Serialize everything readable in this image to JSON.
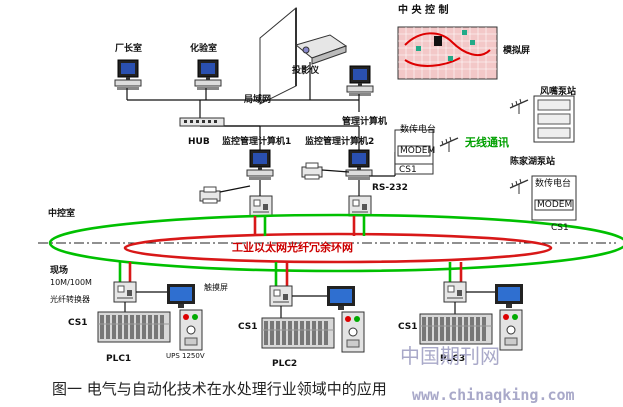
{
  "colors": {
    "green_ring": "#00c000",
    "red_ring": "#d81818",
    "ring_text": "#cc0000",
    "wireless_text": "#00a000",
    "caption": "#222222",
    "watermark": "#a9a9c9"
  },
  "labels": {
    "director_room": "厂长室",
    "lab": "化验室",
    "projector": "投影仪",
    "central_control": "中 央 控 制",
    "mimic_screen": "模拟屏",
    "lan": "局域网",
    "mgmt_computer": "管理计算机",
    "hub": "HUB",
    "monitor_computer_1": "监控管理计算机1",
    "monitor_computer_2": "监控管理计算机2",
    "radio_station_main": "数传电台",
    "modem_main": "MODEM",
    "cs1_main": "CS1",
    "rs232": "RS-232",
    "wireless": "无线通讯",
    "station_a": "风嘴泵站",
    "station_b": "陈家湖泵站",
    "radio_station_b": "数传电台",
    "modem_b": "MODEM",
    "cs1_b": "CS1",
    "control_room": "中控室",
    "ring_network": "工业以太网光纤冗余环网",
    "field": "现场",
    "speed": "10M/100M",
    "fiber_converter": "光纤转换器",
    "touch_screen": "触摸屏",
    "cs1_plc1": "CS1",
    "cs1_plc2": "CS1",
    "cs1_plc3": "CS1",
    "plc1": "PLC1",
    "plc2": "PLC2",
    "plc3": "PLC3",
    "ups": "UPS 1250V"
  },
  "caption": "图一   电气与自动化技术在水处理行业领域中的应用",
  "watermark": {
    "cn": "中国期刊网",
    "url": "www.chinaqking.com"
  }
}
